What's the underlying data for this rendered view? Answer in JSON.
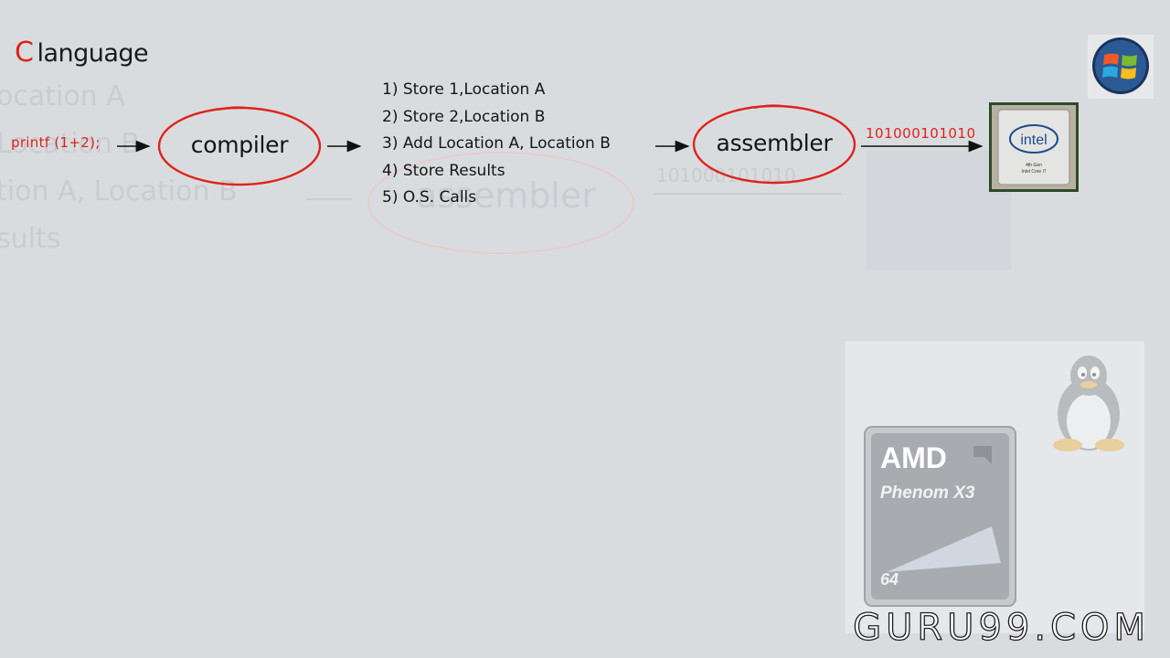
{
  "title": {
    "c": "C",
    "rest": "language"
  },
  "code": "printf (1+2);",
  "nodes": {
    "compiler": "compiler",
    "assembler": "assembler"
  },
  "steps": [
    "1) Store 1,Location A",
    "2) Store 2,Location B",
    "3) Add Location A, Location B",
    "4) Store Results",
    "5) O.S. Calls"
  ],
  "binary": "101000101010",
  "chip_intel": {
    "brand": "intel",
    "sub1": "4th Gen",
    "sub2": "Intel Core i7"
  },
  "chip_amd": {
    "brand": "AMD",
    "model": "Phenom X3",
    "bits": "64"
  },
  "watermark": "GURU99.COM",
  "ghost_text": [
    "ocation A",
    "Location B",
    "tion A, Location B",
    "sults",
    "assembler",
    "101000101010"
  ],
  "colors": {
    "accent": "#e0221c",
    "background": "#d9dcdf"
  },
  "icons": [
    "windows-logo-icon",
    "tux-penguin-icon",
    "intel-chip-icon",
    "amd-chip-icon"
  ]
}
